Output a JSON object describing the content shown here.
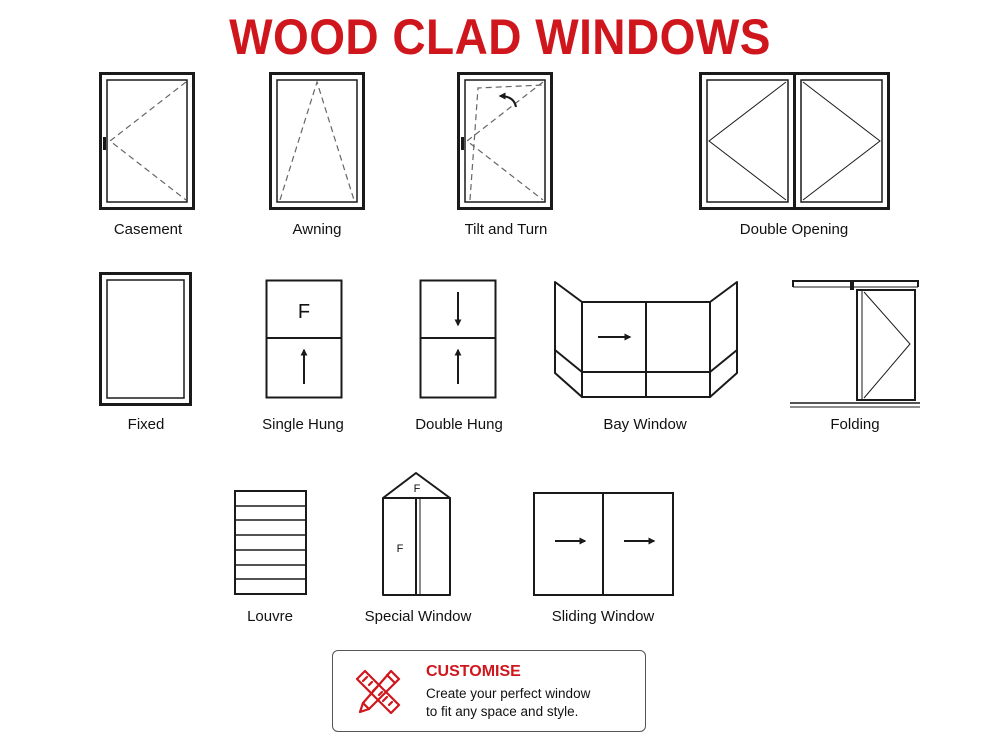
{
  "title": "WOOD CLAD WINDOWS",
  "colors": {
    "accent": "#d0161d",
    "stroke": "#1a1a1a",
    "dashed": "#666666"
  },
  "windows": [
    {
      "id": "casement",
      "label": "Casement",
      "icon": "casement-window-icon"
    },
    {
      "id": "awning",
      "label": "Awning",
      "icon": "awning-window-icon"
    },
    {
      "id": "tilt-turn",
      "label": "Tilt and Turn",
      "icon": "tilt-turn-window-icon"
    },
    {
      "id": "double-opening",
      "label": "Double Opening",
      "icon": "double-opening-window-icon"
    },
    {
      "id": "fixed",
      "label": "Fixed",
      "icon": "fixed-window-icon"
    },
    {
      "id": "single-hung",
      "label": "Single Hung",
      "icon": "single-hung-window-icon",
      "marker": "F"
    },
    {
      "id": "double-hung",
      "label": "Double Hung",
      "icon": "double-hung-window-icon"
    },
    {
      "id": "bay",
      "label": "Bay Window",
      "icon": "bay-window-icon"
    },
    {
      "id": "folding",
      "label": "Folding",
      "icon": "folding-window-icon"
    },
    {
      "id": "louvre",
      "label": "Louvre",
      "icon": "louvre-window-icon"
    },
    {
      "id": "special",
      "label": "Special Window",
      "icon": "special-window-icon",
      "marker_top": "F",
      "marker_side": "F"
    },
    {
      "id": "sliding",
      "label": "Sliding Window",
      "icon": "sliding-window-icon"
    }
  ],
  "cta": {
    "icon": "ruler-pencil-icon",
    "heading": "CUSTOMISE",
    "line1": "Create your perfect window",
    "line2": "to fit any space and style."
  }
}
